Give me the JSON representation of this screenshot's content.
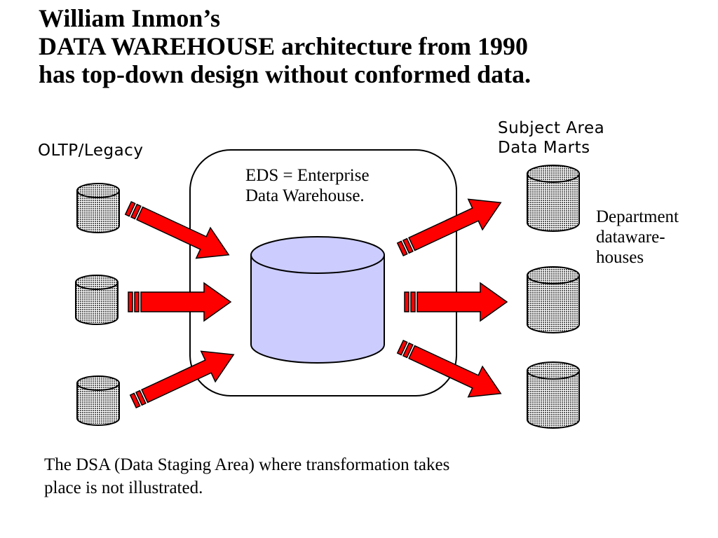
{
  "title_lines": [
    "William Inmon’s",
    "DATA WAREHOUSE architecture from 1990",
    "has top-down design without conformed data."
  ],
  "source_label": "OLTP/Legacy",
  "marts_label_lines": [
    "Subject Area",
    "Data Marts"
  ],
  "eds_label_lines": [
    "EDS = Enterprise",
    "Data Warehouse."
  ],
  "department_label_lines": [
    "Department",
    "dataware-",
    "houses"
  ],
  "caption_lines": [
    "The DSA (Data Staging Area) where transformation takes",
    "place is not illustrated."
  ],
  "colors": {
    "arrow_fill": "#ff0000",
    "warehouse_fill": "#ccccff",
    "small_db_fill": "#a8a8a8"
  }
}
